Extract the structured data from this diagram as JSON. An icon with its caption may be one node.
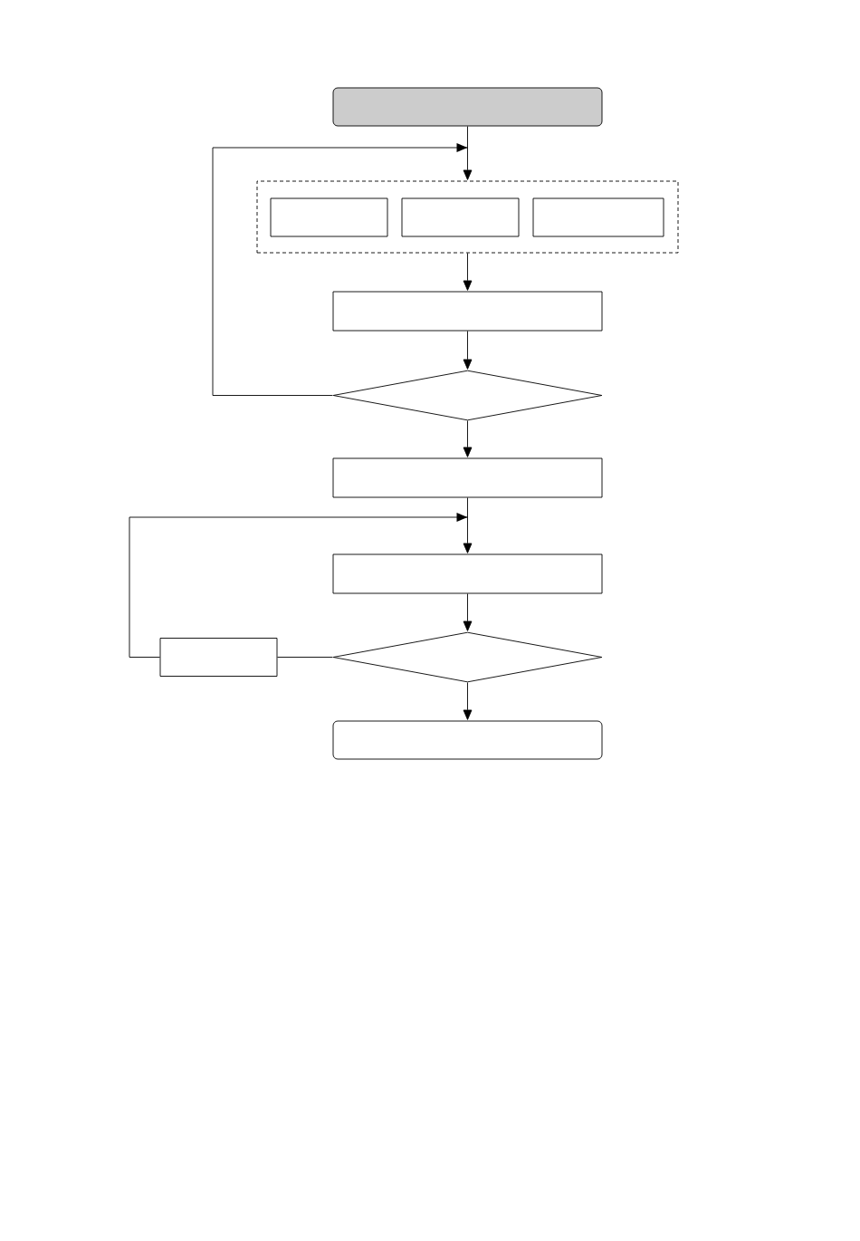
{
  "diagram": {
    "nodes": [
      {
        "text": [],
        "shape": "box"
      },
      {
        "text": [],
        "shape": "box"
      },
      {
        "text": [],
        "shape": "box",
        "in": 1
      },
      {
        "text": [],
        "shape": "box",
        "in": 1
      },
      {
        "text": [],
        "shape": "box",
        "in": 1
      },
      {
        "text": [],
        "shape": "box"
      },
      {
        "text": [],
        "shape": "diamond"
      },
      {
        "text": [],
        "shape": "box"
      },
      {
        "text": [],
        "shape": "box"
      },
      {
        "text": [],
        "shape": "diamond"
      },
      {
        "text": [],
        "shape": "box"
      },
      {
        "text": [],
        "shape": "box"
      }
    ],
    "edges": [
      {
        "from": 0,
        "to": 1,
        "arrow": "to"
      },
      {
        "from": 6,
        "to": 1,
        "arrow": "to"
      },
      {
        "from": 1,
        "to": 5,
        "arrow": "to"
      },
      {
        "from": 5,
        "to": 6,
        "arrow": "to"
      },
      {
        "from": 6,
        "to": 7,
        "arrow": "to"
      },
      {
        "from": 7,
        "to": 8,
        "arrow": "to"
      },
      {
        "from": 10,
        "to": 8,
        "arrow": "to"
      },
      {
        "from": 8,
        "to": 9,
        "arrow": "to"
      },
      {
        "from": 9,
        "to": 10,
        "arrow": "none"
      },
      {
        "from": 9,
        "to": 11,
        "arrow": "to"
      }
    ]
  }
}
